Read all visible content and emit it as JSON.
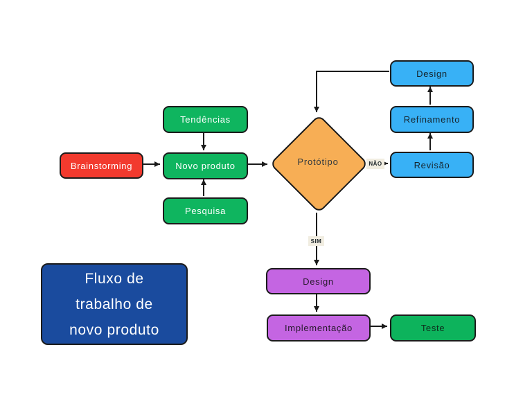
{
  "title_card": {
    "line1": "Fluxo de",
    "line2": "trabalho de",
    "line3": "novo produto",
    "bg_color": "#1a4b9e",
    "text_color": "#ffffff"
  },
  "nodes": {
    "brainstorming": {
      "label": "Brainstorming",
      "bg_color": "#f23a2e",
      "text_color": "#ffffff"
    },
    "tendencias": {
      "label": "Tendências",
      "bg_color": "#0fb55f",
      "text_color": "#ffffff"
    },
    "novo_produto": {
      "label": "Novo produto",
      "bg_color": "#0fb55f",
      "text_color": "#ffffff"
    },
    "pesquisa": {
      "label": "Pesquisa",
      "bg_color": "#0fb55f",
      "text_color": "#ffffff"
    },
    "prototipo": {
      "label": "Protótipo",
      "bg_color": "#f7ae55",
      "text_color": "#333a3f"
    },
    "revisao": {
      "label": "Revisão",
      "bg_color": "#38b1f6",
      "text_color": "#16252e"
    },
    "refinamento": {
      "label": "Refinamento",
      "bg_color": "#38b1f6",
      "text_color": "#16252e"
    },
    "design_top": {
      "label": "Design",
      "bg_color": "#38b1f6",
      "text_color": "#16252e"
    },
    "design_detail": {
      "label": "Design",
      "bg_color": "#c465e2",
      "text_color": "#26192b"
    },
    "implementacao": {
      "label": "Implementação",
      "bg_color": "#c465e2",
      "text_color": "#26192b"
    },
    "teste": {
      "label": "Teste",
      "bg_color": "#0db35c",
      "text_color": "#0e2d1c"
    }
  },
  "edge_labels": {
    "nao": "NÃO",
    "sim": "SIM",
    "bg_color": "#f1ede1",
    "text_color": "#1d262b"
  },
  "connector_color": "#1a1a1a",
  "background_color": "#ffffff"
}
